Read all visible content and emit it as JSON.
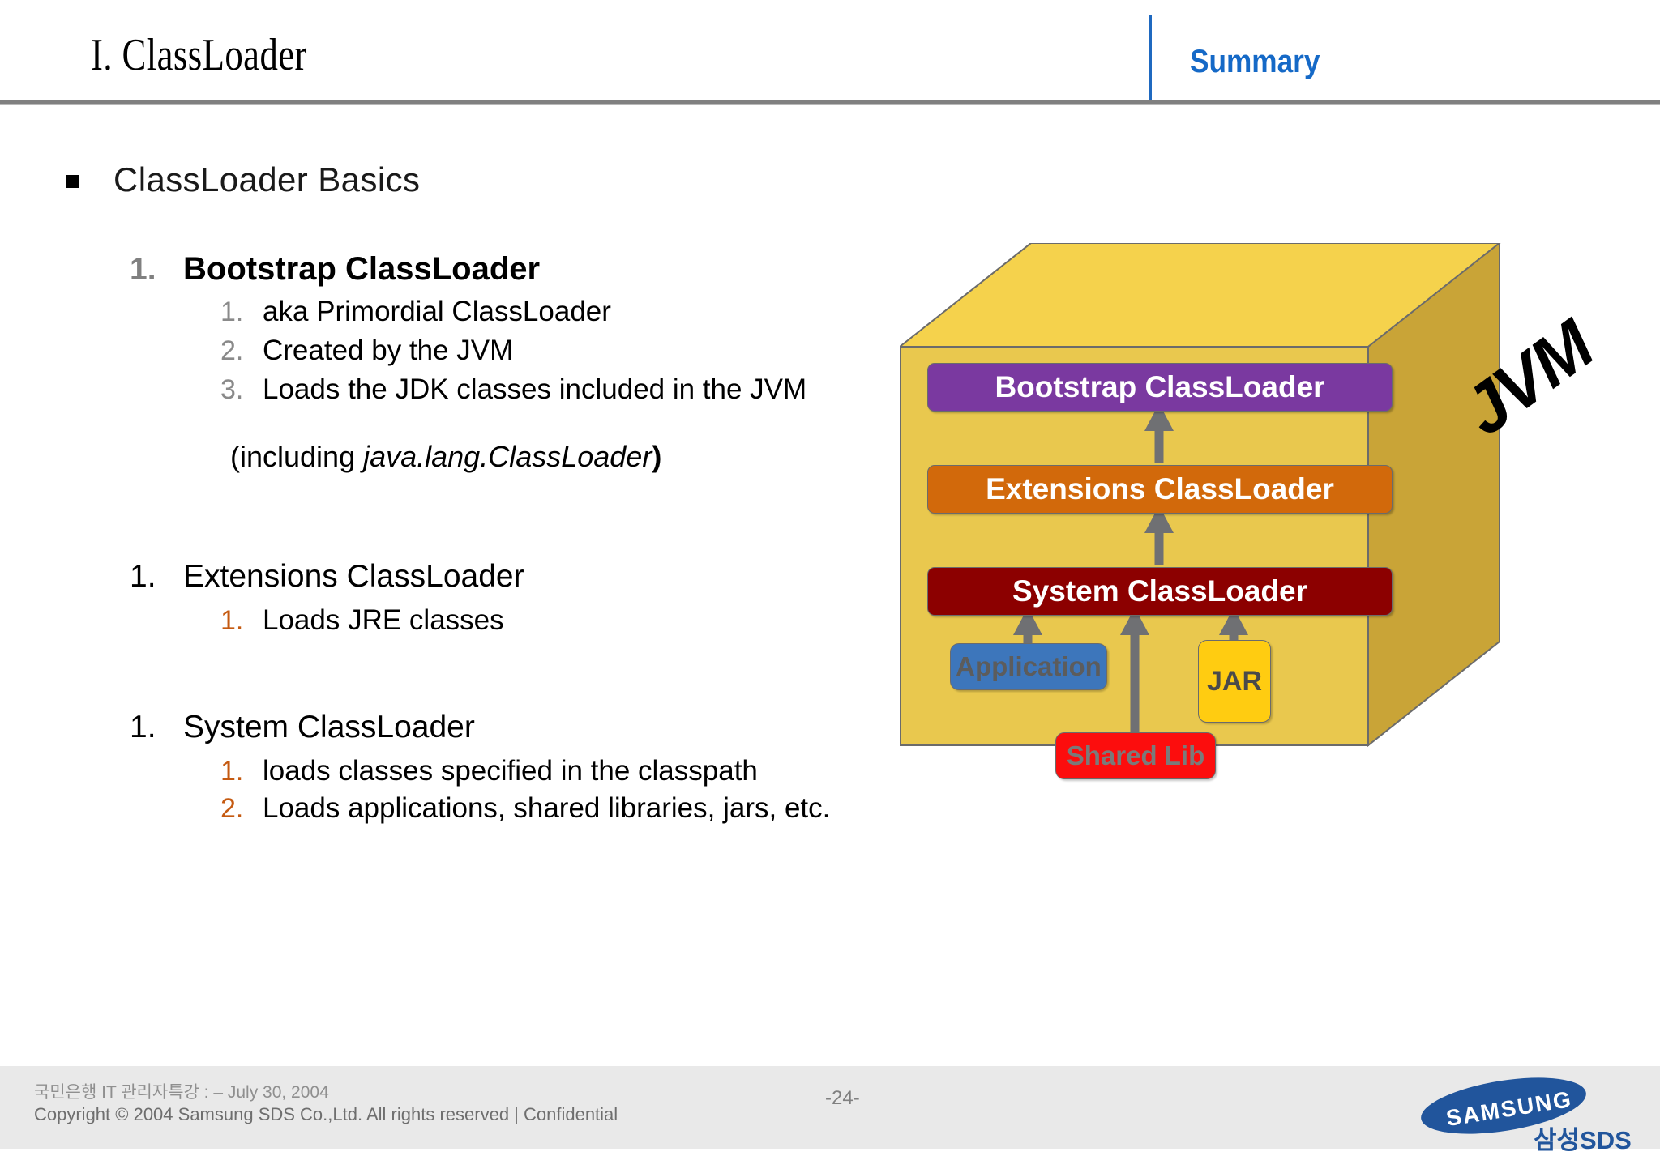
{
  "header": {
    "title": "I. ClassLoader",
    "section": "Summary"
  },
  "topic": {
    "label": "ClassLoader Basics",
    "bullet_icon": "square-bullet-icon"
  },
  "outline": [
    {
      "number": "1.",
      "label": "Bootstrap ClassLoader",
      "bold": true,
      "number_color": "#808080",
      "subitems": [
        {
          "number": "1.",
          "label": "aka Primordial ClassLoader",
          "number_color": "#8a8a8a"
        },
        {
          "number": "2.",
          "label": "Created by the JVM",
          "number_color": "#8a8a8a"
        },
        {
          "number": "3.",
          "label": "Loads the JDK classes included in the JVM",
          "number_color": "#8a8a8a"
        }
      ],
      "note": {
        "prefix": "(including  ",
        "emphasis": "java.lang.ClassLoader",
        "suffix": ")"
      }
    },
    {
      "number": "1.",
      "label": "Extensions ClassLoader",
      "bold": false,
      "number_color": "#000000",
      "subitems": [
        {
          "number": "1.",
          "label": "Loads JRE classes",
          "number_color": "#c55a11"
        }
      ]
    },
    {
      "number": "1.",
      "label": "System ClassLoader",
      "bold": false,
      "number_color": "#000000",
      "subitems": [
        {
          "number": "1.",
          "label": "loads classes specified in the classpath",
          "number_color": "#c55a11"
        },
        {
          "number": "2.",
          "label": "Loads applications, shared libraries, jars, etc.",
          "number_color": "#c55a11"
        }
      ]
    }
  ],
  "diagram": {
    "container_label": "JVM",
    "colors": {
      "cube_top": "#f5d24c",
      "cube_front": "#e9c84e",
      "cube_side": "#c9a437",
      "cube_edge": "#6b6b6b",
      "bootstrap": "#7a39a0",
      "extensions": "#d2690b",
      "system": "#8c0000",
      "application": "#3d76bb",
      "jar": "#ffcc11",
      "shared_lib": "#fc0d0d",
      "arrow": "#6f7073"
    },
    "loaders": [
      {
        "name": "bootstrap-classloader",
        "label": "Bootstrap ClassLoader"
      },
      {
        "name": "extensions-classloader",
        "label": "Extensions ClassLoader"
      },
      {
        "name": "system-classloader",
        "label": "System ClassLoader"
      }
    ],
    "nodes": [
      {
        "name": "application",
        "label": "Application"
      },
      {
        "name": "jar",
        "label": "JAR"
      },
      {
        "name": "shared-lib",
        "label": "Shared Lib"
      }
    ]
  },
  "footer": {
    "line1": "국민은행 IT 관리자특강 : – July 30, 2004",
    "line2": "Copyright © 2004 Samsung SDS Co.,Ltd. All rights reserved  |   Confidential",
    "page": "-24-",
    "logo_wordmark": "SAMSUNG",
    "logo_sds": "삼성SDS"
  }
}
